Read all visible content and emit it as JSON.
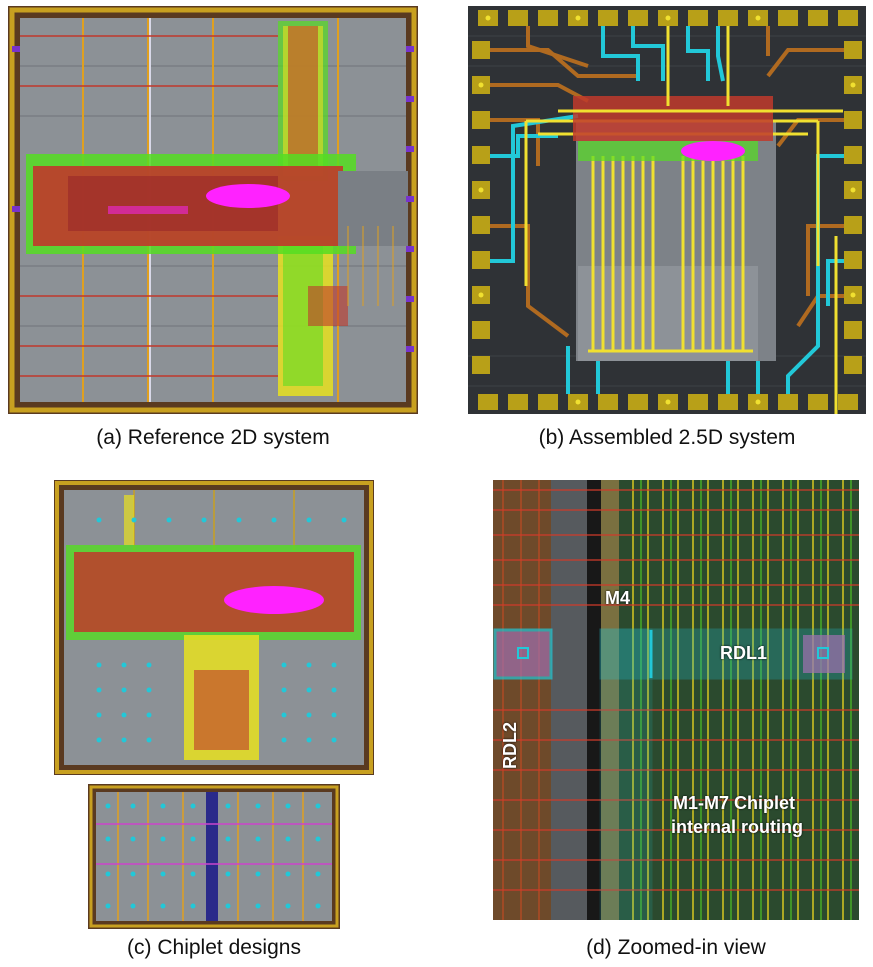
{
  "captions": {
    "a": "(a) Reference 2D system",
    "b": "(b) Assembled 2.5D system",
    "c": "(c) Chiplet designs",
    "d": "(d) Zoomed-in view"
  },
  "zoom_labels": {
    "m4": "M4",
    "rdl1": "RDL1",
    "rdl2": "RDL2",
    "internal_line1": "M1-M7 Chiplet",
    "internal_line2": "internal routing"
  },
  "colors": {
    "die_bg": "#8a8f94",
    "dark_bg": "#3a3d40",
    "ring": "#c8a020",
    "routing_red": "#c0392b",
    "routing_green": "#55dd22",
    "routing_yellow": "#e8e020",
    "routing_magenta": "#ff22ff",
    "rdl_cyan": "#22c8d8",
    "rdl_brown": "#b06a20",
    "rdl_yellow": "#f0e030"
  }
}
